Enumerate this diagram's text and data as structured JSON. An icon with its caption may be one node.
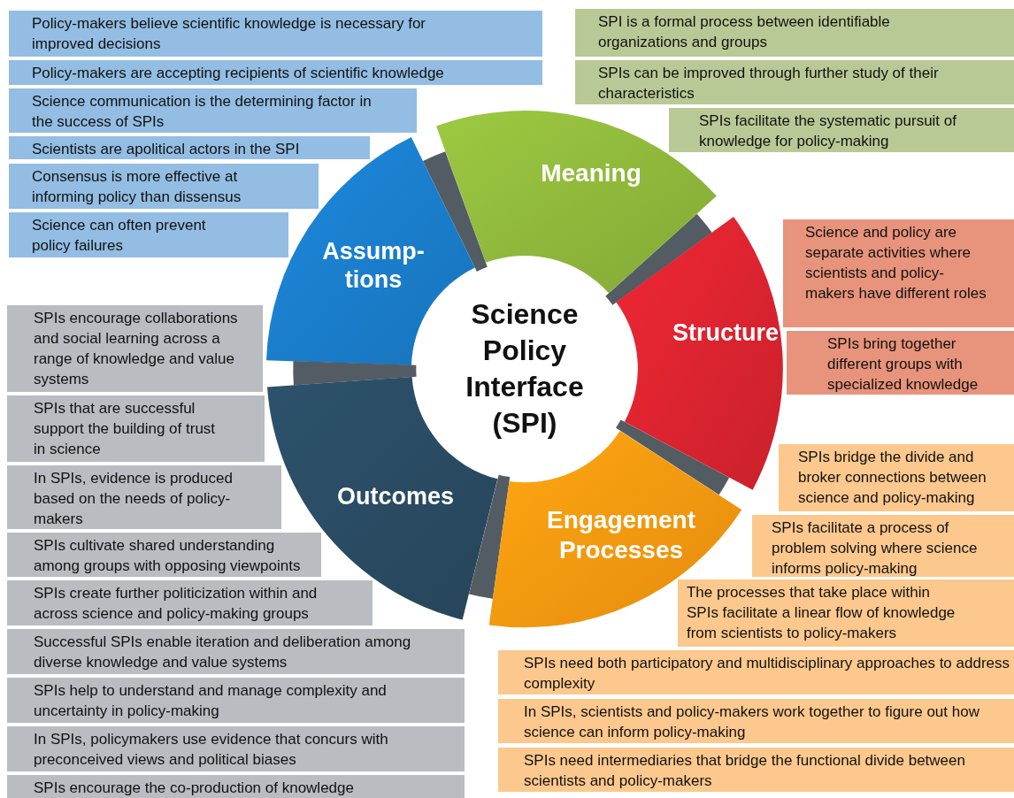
{
  "diagram": {
    "nodes": [
      {
        "text": [
          "Policy-makers believe scientific knowledge is necessary for improved decisions"
        ]
      },
      {
        "text": [
          "Policy-makers are accepting recipients of scientific knowledge"
        ]
      },
      {
        "text": [
          "Science communication is the determining factor in the success of SPIs"
        ]
      },
      {
        "text": [
          "Scientists are apolitical actors in the SPI"
        ]
      },
      {
        "text": [
          "Consensus is more effective at informing policy than dissensus"
        ]
      },
      {
        "text": [
          "Science can often prevent policy failures"
        ]
      },
      {
        "text": [
          "SPI is a formal process between identifiable organizations and groups"
        ]
      },
      {
        "text": [
          "SPIs can be improved through further study of their characteristics"
        ]
      },
      {
        "text": [
          "SPIs facilitate the systematic pursuit of knowledge for policy-making"
        ]
      },
      {
        "text": [
          "Science Policy Interface (SPI)"
        ]
      },
      {
        "text": [
          "Meaning"
        ]
      },
      {
        "text": [
          "Assump- tions"
        ]
      },
      {
        "text": [
          "Structure"
        ]
      },
      {
        "text": [
          "Science and policy are separate activities where scientists and policy-makers have different roles"
        ]
      },
      {
        "text": [
          "SPIs bring together different groups with specialized knowledge"
        ]
      },
      {
        "text": [
          "Outcomes"
        ]
      },
      {
        "text": [
          "Engagement Processes"
        ]
      },
      {
        "text": [
          "SPIs encourage collaborations and social learning across a range of knowledge and value systems"
        ]
      },
      {
        "text": [
          "SPIs that are successful support the building of trust in science"
        ]
      },
      {
        "text": [
          "In SPIs, evidence is produced based on the needs of policy-makers"
        ]
      },
      {
        "text": [
          "SPIs cultivate shared understanding among groups with opposing viewpoints"
        ]
      },
      {
        "text": [
          "SPIs create further politicization within and across science and policy-making groups"
        ]
      },
      {
        "text": [
          "Successful SPIs enable iteration and deliberation among diverse knowledge and value systems"
        ]
      },
      {
        "text": [
          "SPIs help to understand and manage complexity and uncertainty in policy-making"
        ]
      },
      {
        "text": [
          "In SPIs, policymakers use evidence that concurs with preconceived views and political biases"
        ]
      },
      {
        "text": [
          "SPIs encourage the co-production of knowledge"
        ]
      },
      {
        "text": [
          "SPIs bridge the divide and broker connections between science and policy-making"
        ]
      },
      {
        "text": [
          "SPIs facilitate a process of problem solving where science informs policy-making"
        ]
      },
      {
        "text": [
          "The processes that take place within SPIs facilitate a linear flow of knowledge from scientists to policy-makers"
        ]
      },
      {
        "text": [
          "SPIs need both participatory and multidisciplinary approaches to address complexity"
        ]
      },
      {
        "text": [
          "In SPIs, scientists and policy-makers work together to figure out how science can inform policy-making"
        ]
      },
      {
        "text": [
          "SPIs need intermediaries that bridge the functional divide between scientists and policy-makers"
        ]
      }
    ]
  }
}
